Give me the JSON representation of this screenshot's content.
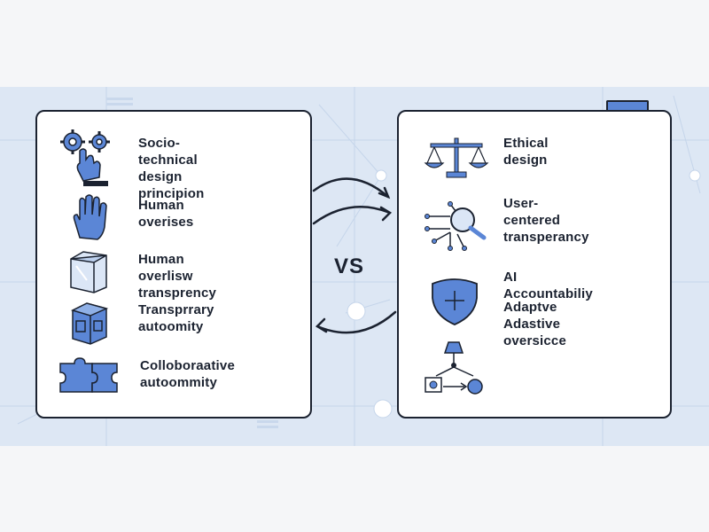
{
  "vs_label": "VS",
  "left_items": [
    {
      "icon": "gears-hand-icon",
      "label": "Socio-technical\ndesign\nprincipion"
    },
    {
      "icon": "hand-icon",
      "label": "Human\noverises"
    },
    {
      "icon": "glass-cube-icon",
      "label": "Human overlisw\ntransprency"
    },
    {
      "icon": "cube-icon",
      "label": "Transprrary\nautoomity"
    },
    {
      "icon": "puzzle-icon",
      "label": "Colloboraative\nautoommity"
    }
  ],
  "right_items": [
    {
      "icon": "scales-icon",
      "label": "Ethical\ndesign"
    },
    {
      "icon": "circuit-magnifier-icon",
      "label": "User-centered\ntransperancy"
    },
    {
      "icon": "shield-icon",
      "label": "AI Accountabiliy"
    },
    {
      "icon": "shield-icon",
      "label": "Adaptve Adastive\noversicce"
    },
    {
      "icon": "flow-diagram-icon",
      "label": ""
    }
  ],
  "colors": {
    "accent": "#5b86d6",
    "ink": "#1b2230",
    "band": "#dde7f4"
  }
}
